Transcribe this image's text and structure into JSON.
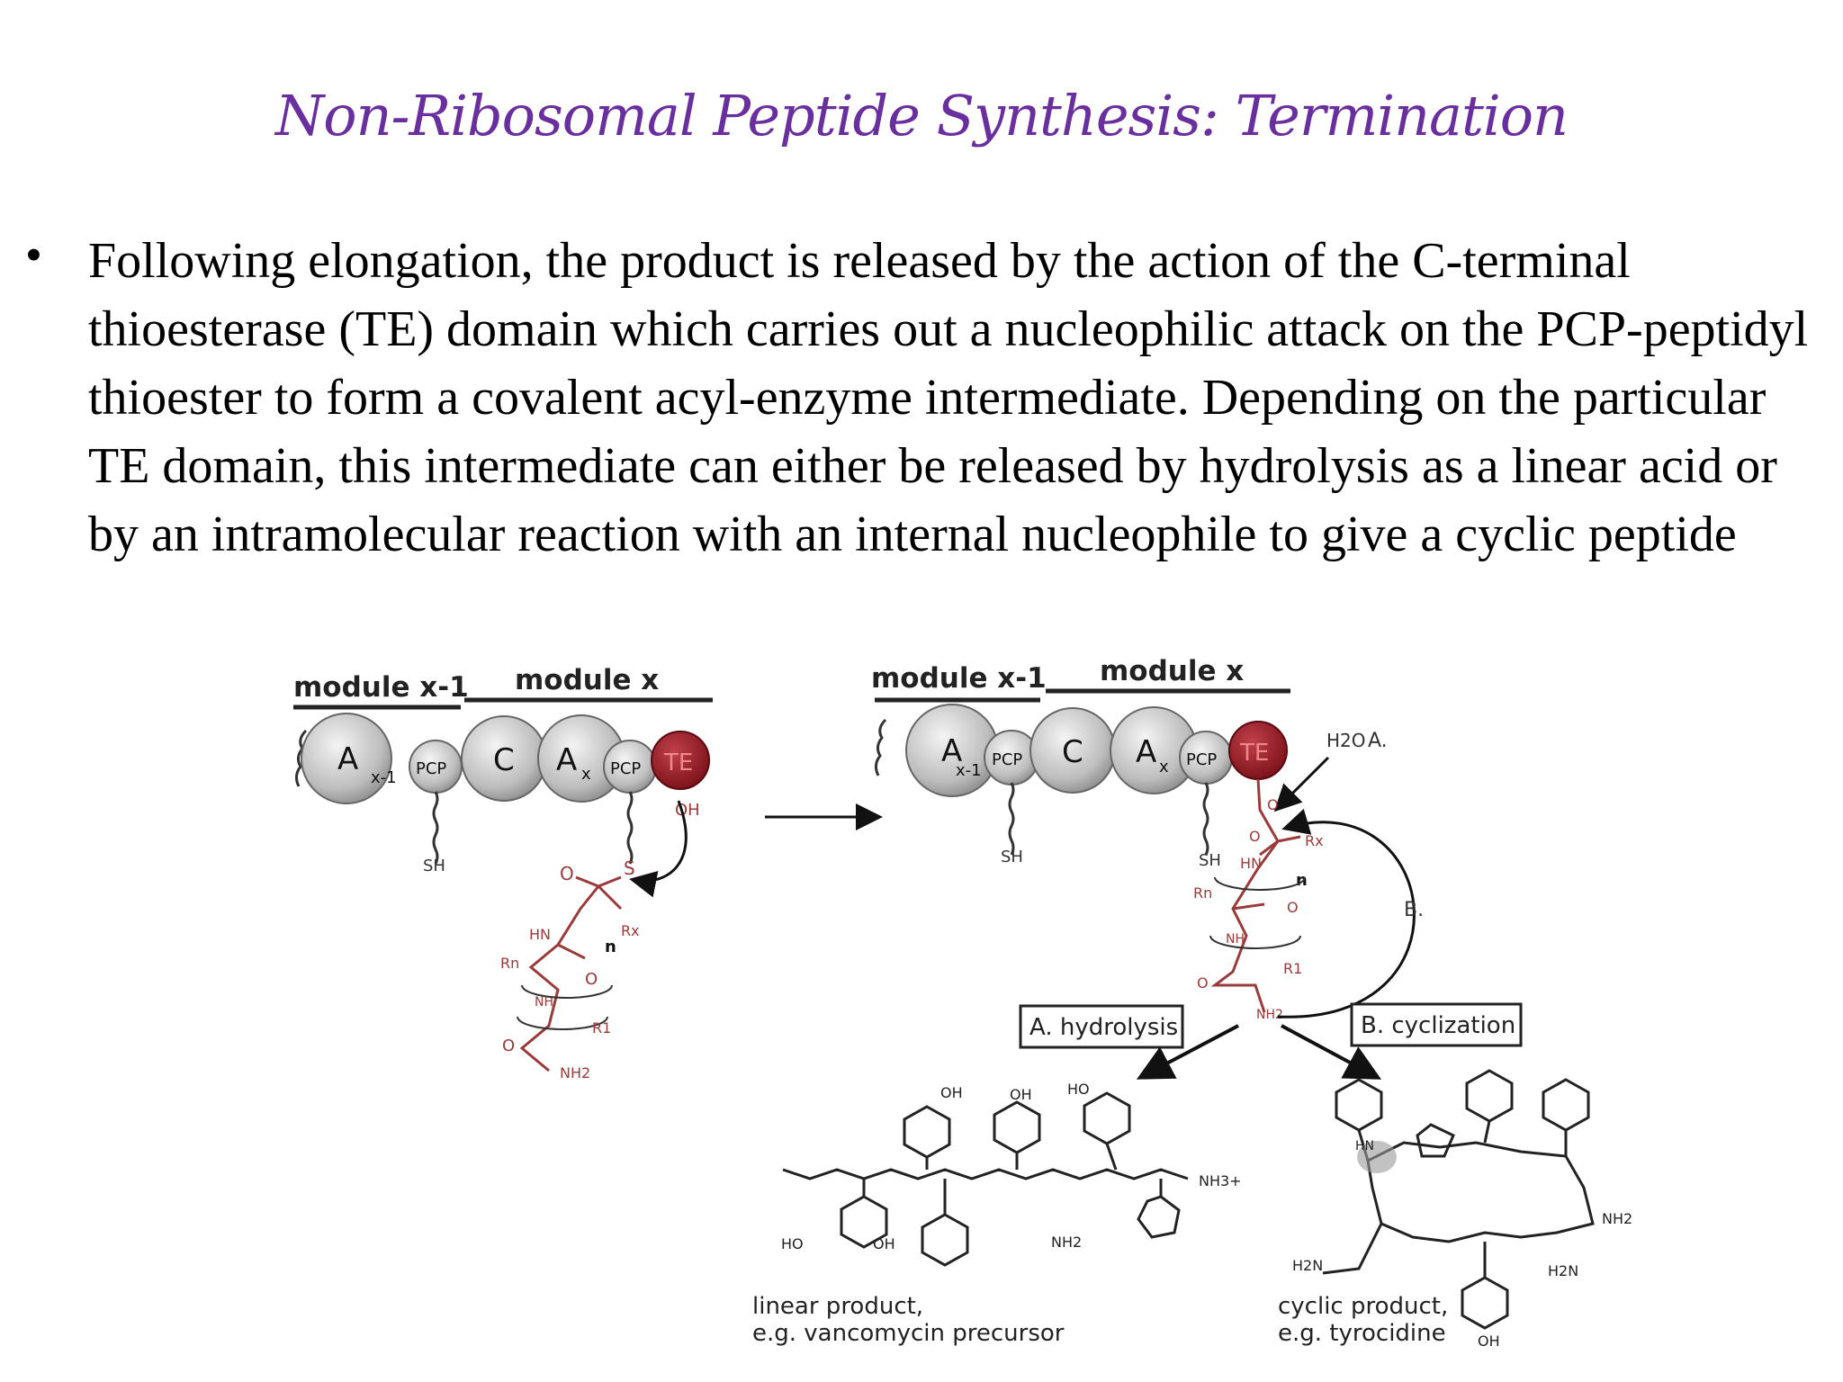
{
  "slide": {
    "title": "Non-Ribosomal Peptide Synthesis: Termination",
    "bullet": "Following elongation, the product is released by the action of the C-terminal thioesterase (TE) domain which carries out a nucleophilic attack on the PCP-peptidyl thioester to form a covalent acyl-enzyme intermediate. Depending on the particular TE domain, this intermediate can either be released by hydrolysis as a linear acid or by an intramolecular reaction with an internal nucleophile to give a cyclic peptide"
  },
  "diagram": {
    "left": {
      "module_prev": "module x-1",
      "module_cur": "module x",
      "domains": {
        "a1": "A",
        "a1_sub": "x-1",
        "pcp1": "PCP",
        "c": "C",
        "a2": "A",
        "a2_sub": "x",
        "pcp2": "PCP",
        "te": "TE"
      },
      "sh": "SH",
      "oh": "OH",
      "s": "S",
      "o1": "O",
      "o2": "O",
      "o3": "O",
      "hn": "HN",
      "rx": "Rx",
      "rn": "Rn",
      "n": "n",
      "nh": "NH",
      "r1": "R1",
      "nh2": "NH2"
    },
    "right": {
      "module_prev": "module x-1",
      "module_cur": "module x",
      "domains": {
        "a1": "A",
        "a1_sub": "x-1",
        "pcp1": "PCP",
        "c": "C",
        "a2": "A",
        "a2_sub": "x",
        "pcp2": "PCP",
        "te": "TE"
      },
      "sh1": "SH",
      "sh2": "SH",
      "h2o": "H2O",
      "a": "A.",
      "b": "B.",
      "o1": "O",
      "o2": "O",
      "o3": "O",
      "o4": "O",
      "hn": "HN",
      "rx": "Rx",
      "rn": "Rn",
      "n": "n",
      "nh": "NH",
      "r1": "R1",
      "nh2": "NH2"
    },
    "box_hydrolysis": "A. hydrolysis",
    "box_cyclization": "B. cyclization",
    "linear_caption_1": "linear product,",
    "linear_caption_2": "e.g. vancomycin precursor",
    "cyclic_caption_1": "cyclic product,",
    "cyclic_caption_2": "e.g. tyrocidine",
    "struct_labels": {
      "oh": "OH",
      "ho": "HO",
      "nh3": "NH3+",
      "nh2": "NH2",
      "hn": "HN",
      "h2n": "H2N"
    },
    "colors": {
      "title": "#6a2f9e",
      "te_domain": "#8b1a24",
      "chain": "#9b3a3a",
      "domain_fill": "#c8c8c8"
    }
  }
}
